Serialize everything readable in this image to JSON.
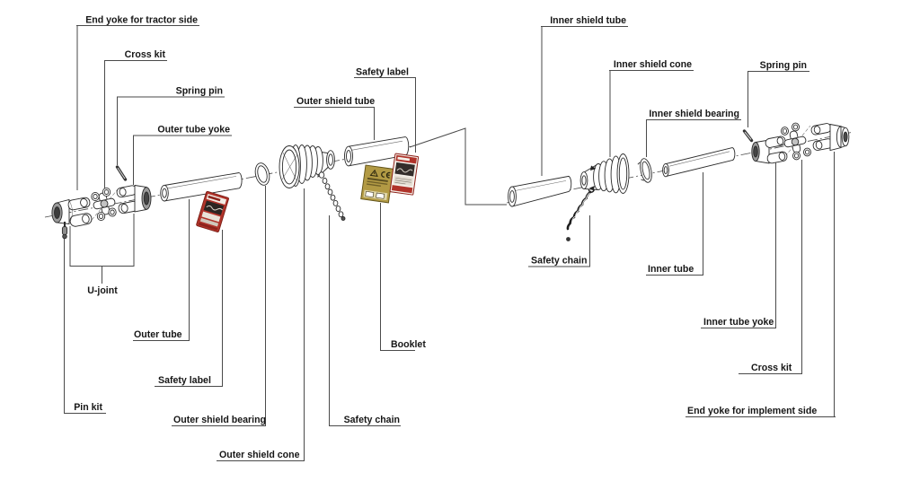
{
  "diagram": {
    "labels": {
      "end_yoke_tractor": "End yoke for tractor side",
      "cross_kit_left": "Cross kit",
      "spring_pin_left": "Spring pin",
      "outer_tube_yoke": "Outer tube yoke",
      "outer_shield_tube": "Outer shield tube",
      "safety_label_middle": "Safety label",
      "inner_shield_tube": "Inner shield tube",
      "inner_shield_cone": "Inner shield cone",
      "inner_shield_bearing": "Inner shield bearing",
      "spring_pin_right": "Spring pin",
      "u_joint": "U-joint",
      "outer_tube": "Outer tube",
      "safety_label_left": "Safety label",
      "pin_kit": "Pin kit",
      "outer_shield_bearing": "Outer shield bearing",
      "outer_shield_cone": "Outer shield cone",
      "safety_chain_left": "Safety chain",
      "booklet": "Booklet",
      "safety_chain_right": "Safety chain",
      "inner_tube": "Inner tube",
      "inner_tube_yoke": "Inner tube yoke",
      "cross_kit_right": "Cross kit",
      "end_yoke_implement": "End yoke for implement side"
    },
    "colors": {
      "safety_label_red": "#b0332a",
      "safety_label_red_dark": "#8c241c",
      "booklet_gold": "#b29a44",
      "line": "#4a4a4a"
    }
  }
}
